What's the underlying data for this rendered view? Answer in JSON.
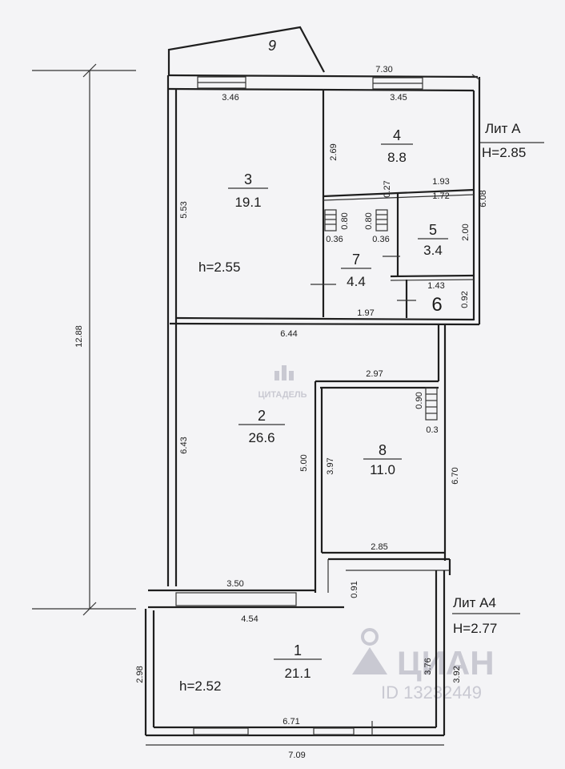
{
  "rooms": [
    {
      "number": "1",
      "area": "21.1",
      "height": "h=2.52"
    },
    {
      "number": "2",
      "area": "26.6"
    },
    {
      "number": "3",
      "area": "19.1",
      "height": "h=2.55"
    },
    {
      "number": "4",
      "area": "8.8"
    },
    {
      "number": "5",
      "area": "3.4"
    },
    {
      "number": "6"
    },
    {
      "number": "7",
      "area": "4.4"
    },
    {
      "number": "8",
      "area": "11.0"
    },
    {
      "number": "9"
    }
  ],
  "liters": [
    {
      "name": "Лит А",
      "height": "H=2.85"
    },
    {
      "name": "Лит А4",
      "height": "H=2.77"
    }
  ],
  "dimensions": {
    "top_total": "7.30",
    "room3_top": "3.46",
    "room4_top": "3.45",
    "room4_left": "2.69",
    "room3_left": "5.53",
    "right_top": "6.08",
    "total_height": "12.88",
    "stair1_a": "0.80",
    "stair1_b": "0.36",
    "stair2_a": "0.80",
    "stair2_b": "0.36",
    "d027": "0.27",
    "d193": "1.93",
    "d172": "1.72",
    "d200": "2.00",
    "d143": "1.43",
    "d092": "0.92",
    "d197": "1.97",
    "d644": "6.44",
    "d297": "2.97",
    "d643": "6.43",
    "d500": "5.00",
    "d397": "3.97",
    "d670": "6.70",
    "stair3_a": "0.90",
    "stair3_b": "0.3",
    "d285": "2.85",
    "d350": "3.50",
    "d091": "0.91",
    "d454": "4.54",
    "d298": "2.98",
    "d376": "3.76",
    "d392": "3.92",
    "d671": "6.71",
    "d709": "7.09"
  },
  "watermarks": {
    "citadel": "ЦИТАДЕЛЬ",
    "cian": "ЦИАН",
    "id": "ID 13232449"
  }
}
